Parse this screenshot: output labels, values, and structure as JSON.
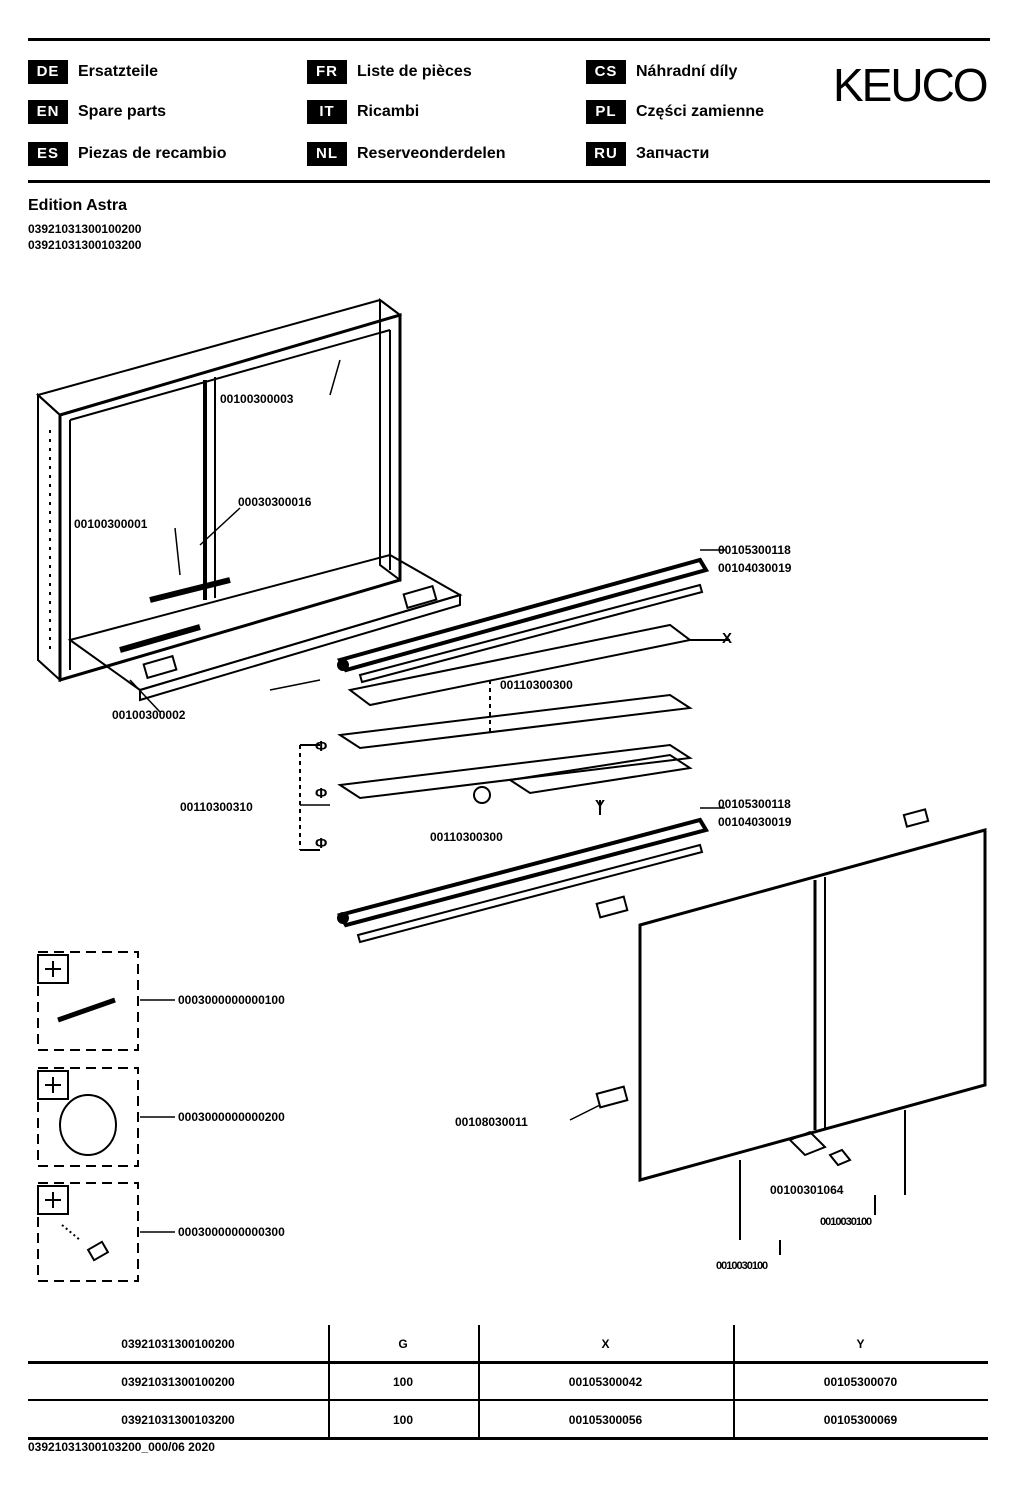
{
  "header": {
    "languages": [
      {
        "code": "DE",
        "label": "Ersatzteile"
      },
      {
        "code": "EN",
        "label": "Spare parts"
      },
      {
        "code": "ES",
        "label": "Piezas de recambio"
      },
      {
        "code": "FR",
        "label": "Liste de pièces"
      },
      {
        "code": "IT",
        "label": "Ricambi"
      },
      {
        "code": "NL",
        "label": "Reserveonderdelen"
      },
      {
        "code": "CS",
        "label": "Náhradní díly"
      },
      {
        "code": "PL",
        "label": "Części zamienne"
      },
      {
        "code": "RU",
        "label": "Запчасти"
      }
    ],
    "logo": "KEUCO"
  },
  "product": {
    "title": "Edition Astra",
    "codes": [
      "03921031300100200",
      "03921031300103200"
    ]
  },
  "parts": {
    "p_top_right": "00100300003",
    "p_mid": "00030300016",
    "p_left": "00100300001",
    "p_bottom_left": "00100300002",
    "rail1_a": "00105300118",
    "rail1_b": "00104030019",
    "shelf_label": "00110300300",
    "shelves_label": "00110300310",
    "bracket_label": "00110300300",
    "rail2_a": "00105300118",
    "rail2_b": "00104030019",
    "hinge_label": "00108030011",
    "handle_label": "00100301064",
    "kit1": "0003000000000100",
    "kit2": "0003000000000200",
    "kit3": "0003000000000300",
    "dim_x": "X",
    "dim_y": "Y",
    "phi": "Φ",
    "stack_right": "0010030100",
    "stack_left": "0010030100"
  },
  "table": {
    "headers": [
      "03921031300100200",
      "G",
      "X",
      "Y"
    ],
    "rows": [
      [
        "03921031300100200",
        "100",
        "00105300042",
        "00105300070"
      ],
      [
        "03921031300103200",
        "100",
        "00105300056",
        "00105300069"
      ]
    ]
  },
  "footer": "03921031300103200_000/06 2020"
}
